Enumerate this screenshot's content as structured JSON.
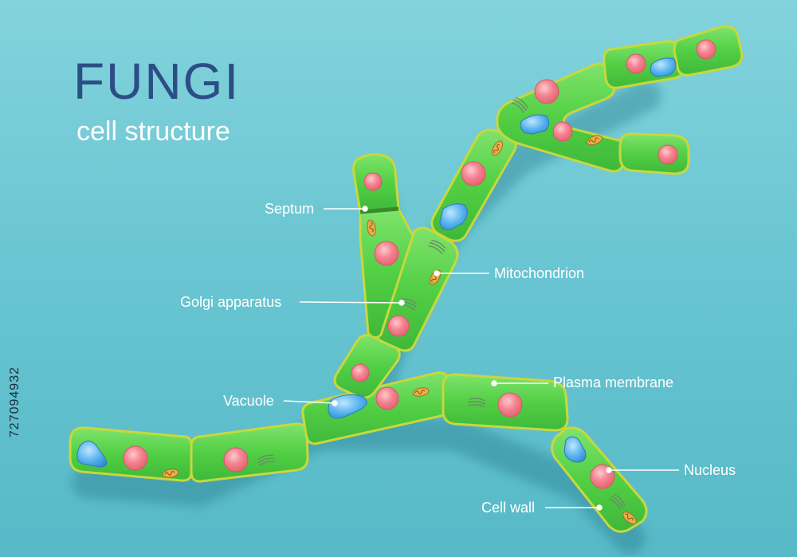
{
  "title": "FUNGI",
  "subtitle": "cell structure",
  "labels": {
    "septum": "Septum",
    "golgi": "Golgi apparatus",
    "vacuole": "Vacuole",
    "mitochondrion": "Mitochondrion",
    "plasma_membrane": "Plasma membrane",
    "nucleus": "Nucleus",
    "cell_wall": "Cell wall"
  },
  "stock_id": "727094932",
  "colors": {
    "background": "#6ac6d2",
    "cell_fill": "#5cd44a",
    "cell_wall": "#c6d841",
    "nucleus": "#f27e8b",
    "vacuole": "#4aa8e6",
    "mitochondrion": "#e0a63a",
    "title": "#2c4e86"
  }
}
